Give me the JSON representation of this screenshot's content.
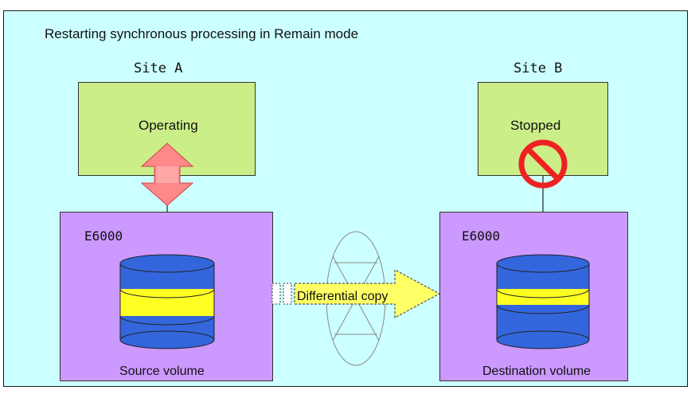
{
  "title": "Restarting synchronous processing in Remain mode",
  "site_a": {
    "name": "Site A",
    "status": "Operating",
    "device": "E6000",
    "volume_label": "Source volume"
  },
  "site_b": {
    "name": "Site B",
    "status": "Stopped",
    "device": "E6000",
    "volume_label": "Destination volume"
  },
  "copy_label": "Differential copy",
  "colors": {
    "background": "#ccffff",
    "host_box": "#ccee88",
    "storage_box": "#cc99ff",
    "volume_blue": "#3366dd",
    "volume_band": "#ffff22",
    "operating_arrow": "#ff8888",
    "copy_arrow": "#ffff66",
    "stop_sign": "#ee2222"
  },
  "icons": {
    "operating": "bidirectional-arrow-icon",
    "stopped": "prohibited-icon",
    "network": "network-icon",
    "volume": "database-cylinder-icon"
  }
}
